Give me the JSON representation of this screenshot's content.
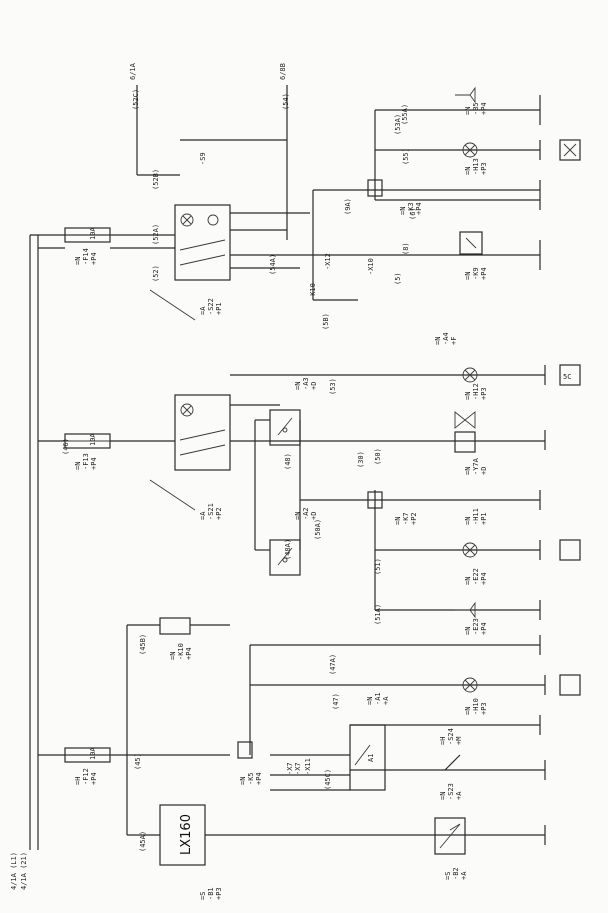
{
  "diagram": {
    "top_refs": {
      "left": "6/1A",
      "right": "6/8B"
    },
    "bottom_refs": {
      "line1": "4/1A (L1)",
      "line2": "4/1A (21)"
    },
    "lx160": "LX160",
    "lx_ref": {
      "l1": "=S",
      "l2": "-B1",
      "l3": "+P3"
    },
    "wires": {
      "w45A": "(45A)",
      "w45": "(45)",
      "w45B": "(45B)",
      "w46": "(46)",
      "w45C": "(45C)",
      "w47": "(47)",
      "w47A": "(47A)",
      "w48A": "(48A)",
      "w48": "(48)",
      "w51A": "(51A)",
      "w51": "(51)",
      "w50A": "(50A)",
      "w50": "(50)",
      "w30": "(30)",
      "w53": "(53)",
      "w52": "(52)",
      "w53A": "(53A)",
      "w5": "(5)",
      "w5B": "(5B)",
      "w54A": "(54A)",
      "w52C": "(52C)",
      "w54": "(54)",
      "w52B": "(52B)",
      "w52A": "(52A)",
      "w55A": "(55A)",
      "w55": "(55)",
      "w9A": "(9A)",
      "w6": "(6)",
      "w8": "(8)"
    },
    "components": {
      "f12": {
        "l1": "=H",
        "l2": "-F12",
        "l3": "+P4",
        "rating": "10A"
      },
      "f13": {
        "l1": "=N",
        "l2": "-F13",
        "l3": "+P4",
        "rating": "10A"
      },
      "f14": {
        "l1": "=N",
        "l2": "-F14",
        "l3": "+P4",
        "rating": "10A"
      },
      "k5": {
        "l1": "=N",
        "l2": "-K5",
        "l3": "+P4"
      },
      "k10a": {
        "l1": "=N",
        "l2": "-K10",
        "l3": "+P4"
      },
      "h10": {
        "l1": "=N",
        "l2": "-H10",
        "l3": "+P3"
      },
      "a1": {
        "l1": "=N",
        "l2": "-A1",
        "l3": "+A",
        "tag": "A1"
      },
      "s24": {
        "l1": "=H",
        "l2": "-S24",
        "l3": "+M"
      },
      "s23": {
        "l1": "=N",
        "l2": "-S23",
        "l3": "+A"
      },
      "b2": {
        "l1": "=S",
        "l2": "-B2",
        "l3": "+A"
      },
      "s21": {
        "l1": "=A",
        "l2": "-S21",
        "l3": "+P2"
      },
      "s22": {
        "l1": "=A",
        "l2": "-S22",
        "l3": "+P1"
      },
      "a2": {
        "l1": "=N",
        "l2": "-A2",
        "l3": "+D"
      },
      "a3": {
        "l1": "=N",
        "l2": "-A3",
        "l3": "+D"
      },
      "k7": {
        "l1": "=N",
        "l2": "-K7",
        "l3": "+P2"
      },
      "h11": {
        "l1": "=N",
        "l2": "-H11",
        "l3": "+P1"
      },
      "e22": {
        "l1": "=N",
        "l2": "-E22",
        "l3": "+P4"
      },
      "e23": {
        "l1": "=N",
        "l2": "-E23",
        "l3": "+P4"
      },
      "h12": {
        "l1": "=N",
        "l2": "-H12",
        "l3": "+P3"
      },
      "y7": {
        "l1": "=N",
        "l2": "-Y7A",
        "l3": "+D"
      },
      "k9": {
        "l1": "=N",
        "l2": "-K9",
        "l3": "+P4"
      },
      "a4": {
        "l1": "=N",
        "l2": "-A4",
        "l3": "+F"
      },
      "k10b": {
        "l1": "-K10"
      },
      "k3": {
        "l1": "=N",
        "l2": "-K3",
        "l3": "+P4"
      },
      "h13": {
        "l1": "=N",
        "l2": "-H13",
        "l3": "+P3"
      },
      "b5": {
        "l1": "=N",
        "l2": "-B5",
        "l3": "+P4"
      },
      "s9": {
        "l1": "-S9"
      }
    },
    "terminals": {
      "x7a": "-X7",
      "x7b": "-X7",
      "x11": "-X11",
      "x10": "-X10",
      "x12": "-X12"
    }
  }
}
